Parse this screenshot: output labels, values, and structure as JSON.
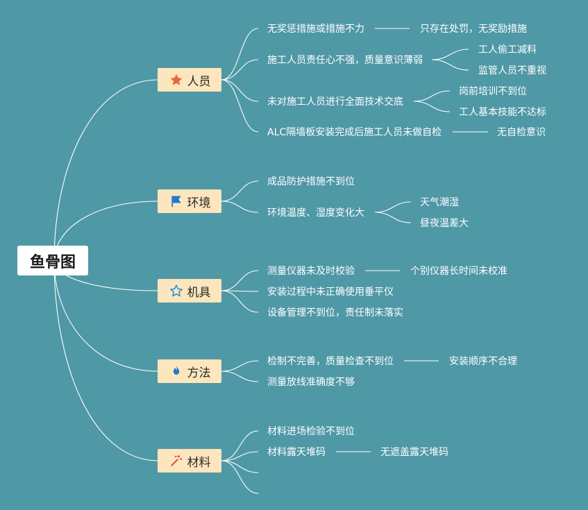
{
  "root": {
    "label": "鱼骨图"
  },
  "branches": [
    {
      "label": "人员",
      "icon": "star-filled-icon",
      "icon_color": "#e8663a",
      "items": [
        {
          "text": "无奖惩措施或措施不力",
          "children": [
            "只存在处罚，无奖励措施"
          ]
        },
        {
          "text": "施工人员责任心不强，质量意识薄弱",
          "children": [
            "工人偷工减料",
            "监管人员不重视"
          ]
        },
        {
          "text": "未对施工人员进行全面技术交底",
          "children": [
            "岗前培训不到位",
            "工人基本技能不达标"
          ]
        },
        {
          "text": "ALC隔墙板安装完成后施工人员未做自检",
          "children": [
            "无自检意识"
          ]
        }
      ]
    },
    {
      "label": "环境",
      "icon": "flag-icon",
      "icon_color": "#1f7ad1",
      "items": [
        {
          "text": "成品防护措施不到位",
          "children": []
        },
        {
          "text": "环境温度、湿度变化大",
          "children": [
            "天气潮湿",
            "昼夜温差大"
          ]
        }
      ]
    },
    {
      "label": "机具",
      "icon": "star-outline-icon",
      "icon_color": "#1f8fd6",
      "items": [
        {
          "text": "测量仪器未及时校验",
          "children": [
            "个别仪器长时间未校准"
          ]
        },
        {
          "text": "安装过程中未正确使用垂平仪",
          "children": []
        },
        {
          "text": "设备管理不到位，责任制未落实",
          "children": []
        }
      ]
    },
    {
      "label": "方法",
      "icon": "flame-icon",
      "icon_color": "#1f7ad1",
      "items": [
        {
          "text": "检制不完善，质量检查不到位",
          "children": [
            "安装顺序不合理"
          ]
        },
        {
          "text": "测量放线准确度不够",
          "children": []
        }
      ]
    },
    {
      "label": "材料",
      "icon": "magic-wand-icon",
      "icon_color": "#e0344f",
      "items": [
        {
          "text": "材料进场检验不到位",
          "children": []
        },
        {
          "text": "材料露天堆码",
          "children": [
            "无遮盖露天堆码"
          ]
        },
        {
          "text": "",
          "children": []
        },
        {
          "text": "",
          "children": []
        }
      ]
    }
  ]
}
